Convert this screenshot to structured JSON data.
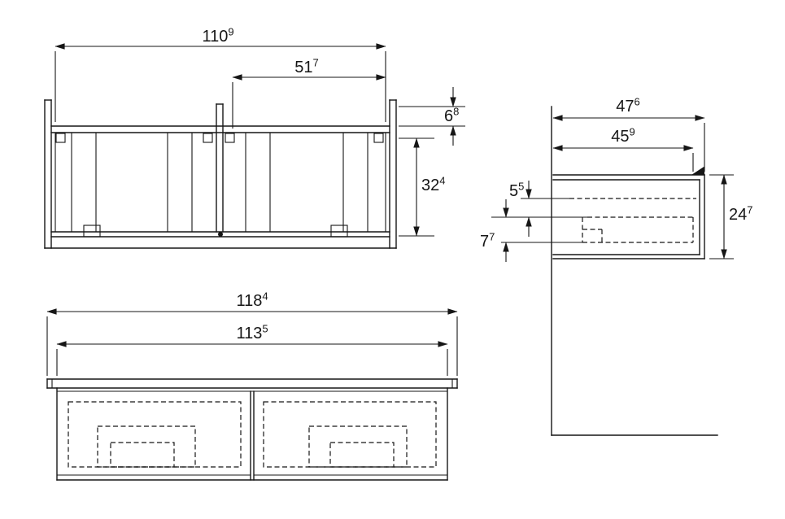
{
  "colors": {
    "background": "#ffffff",
    "line": "#161616"
  },
  "drawing": {
    "rear_view": {
      "dims": {
        "overall_width": {
          "value": "110",
          "sup": "9"
        },
        "right_section_width": {
          "value": "51",
          "sup": "7"
        },
        "top_rail_height": {
          "value": "6",
          "sup": "8"
        },
        "back_opening_height": {
          "value": "32",
          "sup": "4"
        }
      }
    },
    "front_view": {
      "dims": {
        "countertop_width": {
          "value": "118",
          "sup": "4"
        },
        "cabinet_width": {
          "value": "113",
          "sup": "5"
        }
      }
    },
    "side_view": {
      "dims": {
        "overall_depth": {
          "value": "47",
          "sup": "6"
        },
        "cabinet_depth": {
          "value": "45",
          "sup": "9"
        },
        "drawer_top_gap": {
          "value": "5",
          "sup": "5"
        },
        "drawer_front_gap": {
          "value": "7",
          "sup": "7"
        },
        "cabinet_height": {
          "value": "24",
          "sup": "7"
        }
      }
    }
  }
}
